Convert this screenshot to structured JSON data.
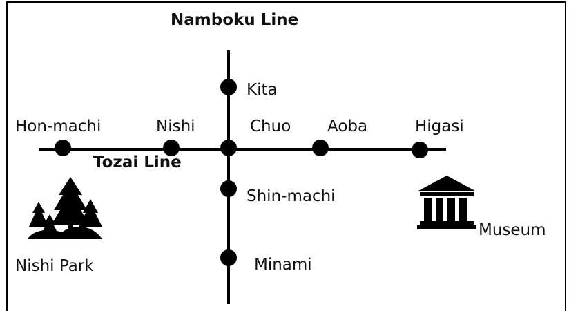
{
  "title": "Namboku Line",
  "lines": {
    "horizontal": {
      "name": "Tozai Line"
    },
    "vertical": {
      "name": "Namboku Line"
    }
  },
  "stations": {
    "hon_machi": "Hon-machi",
    "nishi": "Nishi",
    "chuo": "Chuo",
    "aoba": "Aoba",
    "higasi": "Higasi",
    "kita": "Kita",
    "shin_machi": "Shin-machi",
    "minami": "Minami"
  },
  "landmarks": {
    "park": {
      "label": "Nishi Park",
      "icon": "forest-icon"
    },
    "museum": {
      "label": "Museum",
      "icon": "museum-icon"
    }
  },
  "colors": {
    "line": "#000000",
    "station": "#000000",
    "text": "#111111"
  }
}
